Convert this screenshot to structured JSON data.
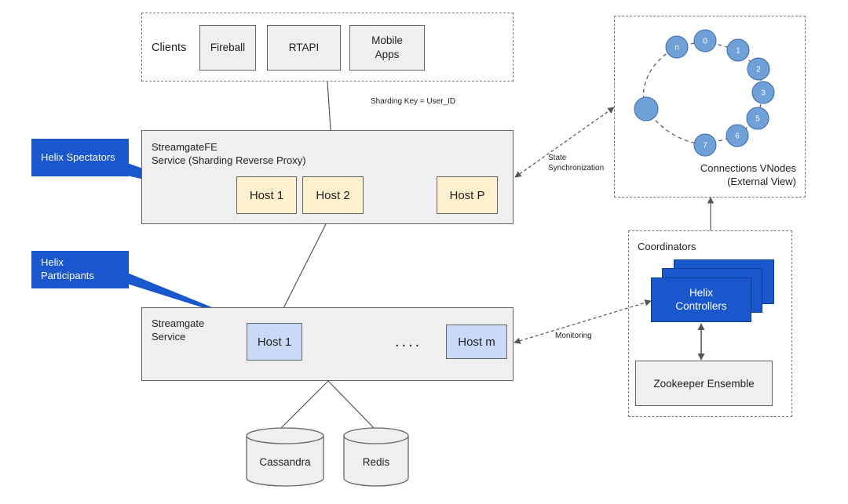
{
  "clients": {
    "label": "Clients",
    "items": [
      "Fireball",
      "RTAPI",
      "Mobile\nApps"
    ]
  },
  "sharding_key": "Sharding Key = User_ID",
  "frontend": {
    "title_line1": "StreamgateFE",
    "title_line2": "Service (Sharding Reverse Proxy)",
    "hosts": [
      "Host 1",
      "Host 2",
      "Host P"
    ]
  },
  "backend": {
    "title_line1": "Streamgate",
    "title_line2": "Service",
    "hosts": [
      "Host 1",
      "Host m"
    ],
    "ellipsis": "...."
  },
  "callouts": {
    "spectators": "Helix Spectators",
    "participants_line1": "Helix",
    "participants_line2": "Participants"
  },
  "state_sync": {
    "line1": "State",
    "line2": "Synchronization"
  },
  "monitoring": "Monitoring",
  "vnodes": {
    "nodes": [
      "n",
      "0",
      "1",
      "2",
      "3",
      "5",
      "6",
      "7",
      ""
    ],
    "label_line1": "Connections VNodes",
    "label_line2": "(External View)"
  },
  "coordinators": {
    "label": "Coordinators",
    "controllers_line1": "Helix",
    "controllers_line2": "Controllers",
    "zookeeper": "Zookeeper Ensemble"
  },
  "storage": [
    "Cassandra",
    "Redis"
  ],
  "colors": {
    "callout_blue": "#1a56cc",
    "host_yellow": "#fdf0cf",
    "host_blue": "#cad9f5",
    "node_blue": "#6fa0d8",
    "box_gray": "#efefef"
  }
}
